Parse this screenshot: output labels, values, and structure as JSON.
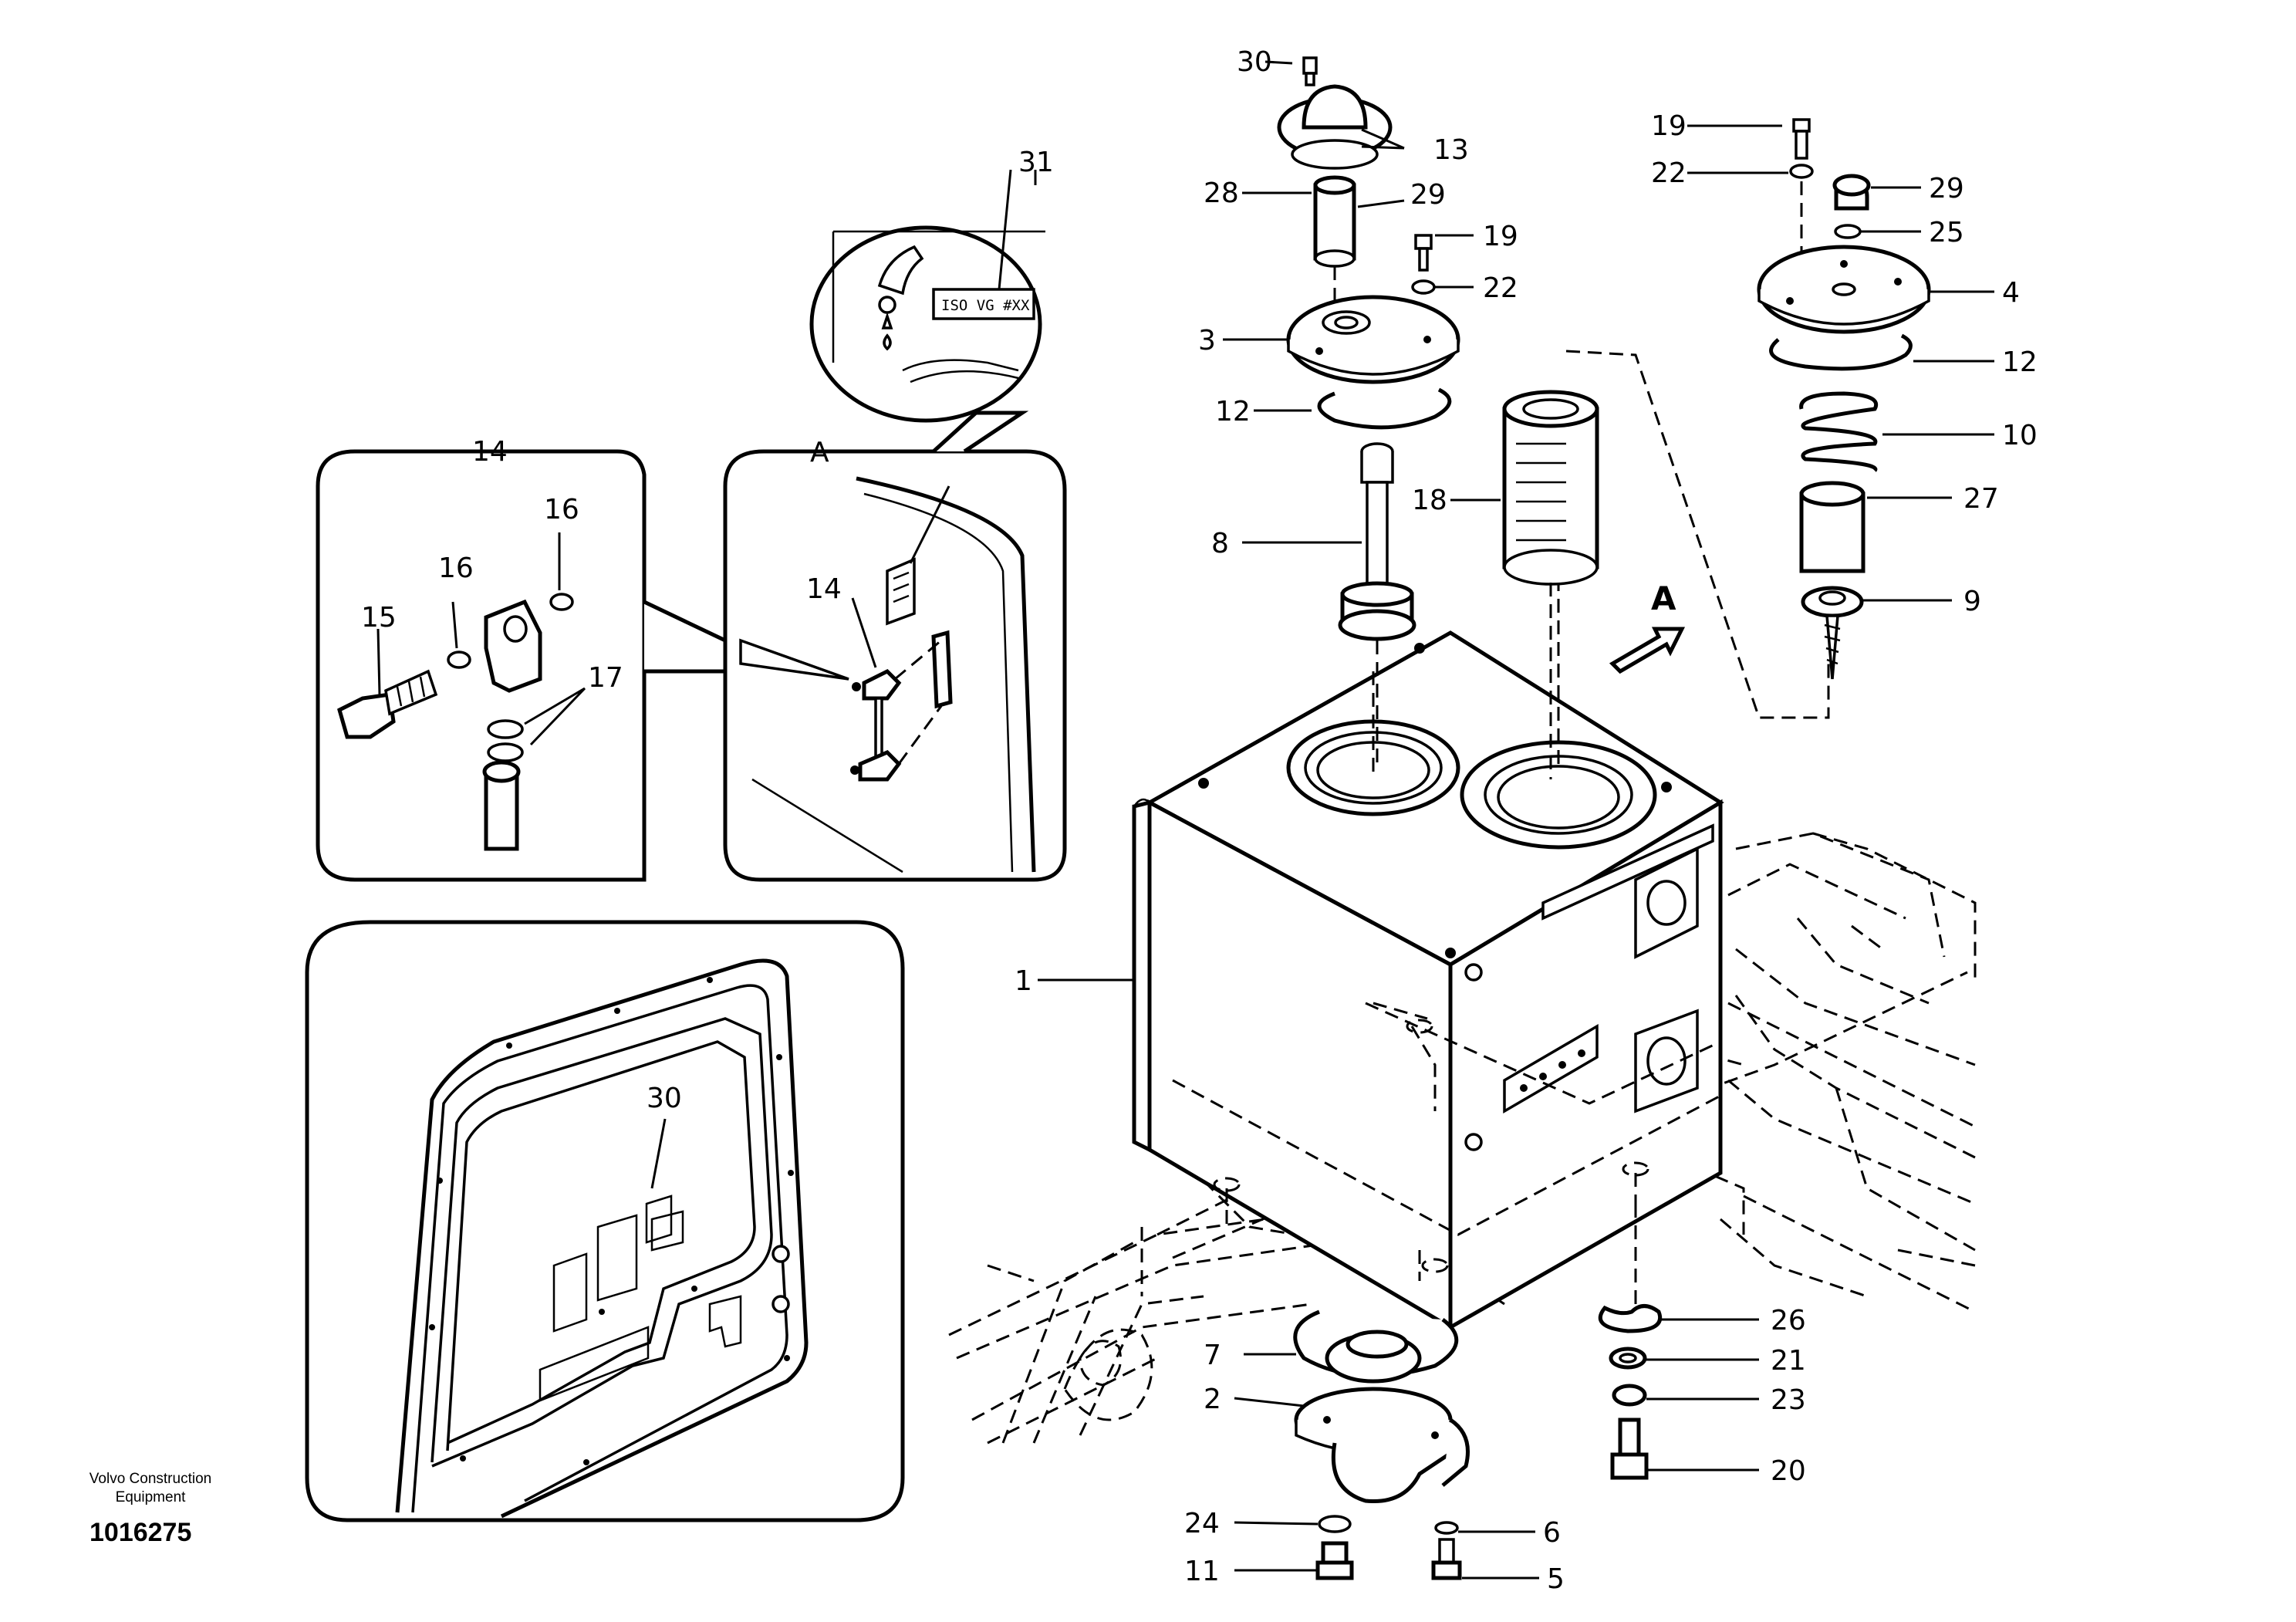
{
  "company": "Volvo Construction\nEquipment",
  "drawing_number": "1016275",
  "view_label": "A",
  "decal_text": "ISO VG #XX",
  "callouts": {
    "c1": "1",
    "c2": "2",
    "c3": "3",
    "c4": "4",
    "c5": "5",
    "c6": "6",
    "c7": "7",
    "c8": "8",
    "c9": "9",
    "c10": "10",
    "c11": "11",
    "c12a": "12",
    "c12b": "12",
    "c13": "13",
    "c14a": "14",
    "c14b": "14",
    "c15": "15",
    "c16a": "16",
    "c16b": "16",
    "c17": "17",
    "c18": "18",
    "c19a": "19",
    "c19b": "19",
    "c20": "20",
    "c21": "21",
    "c22a": "22",
    "c22b": "22",
    "c23": "23",
    "c24": "24",
    "c25": "25",
    "c26": "26",
    "c27": "27",
    "c28": "28",
    "c29a": "29",
    "c29b": "29",
    "c30a": "30",
    "c30b": "30",
    "c31": "31"
  }
}
